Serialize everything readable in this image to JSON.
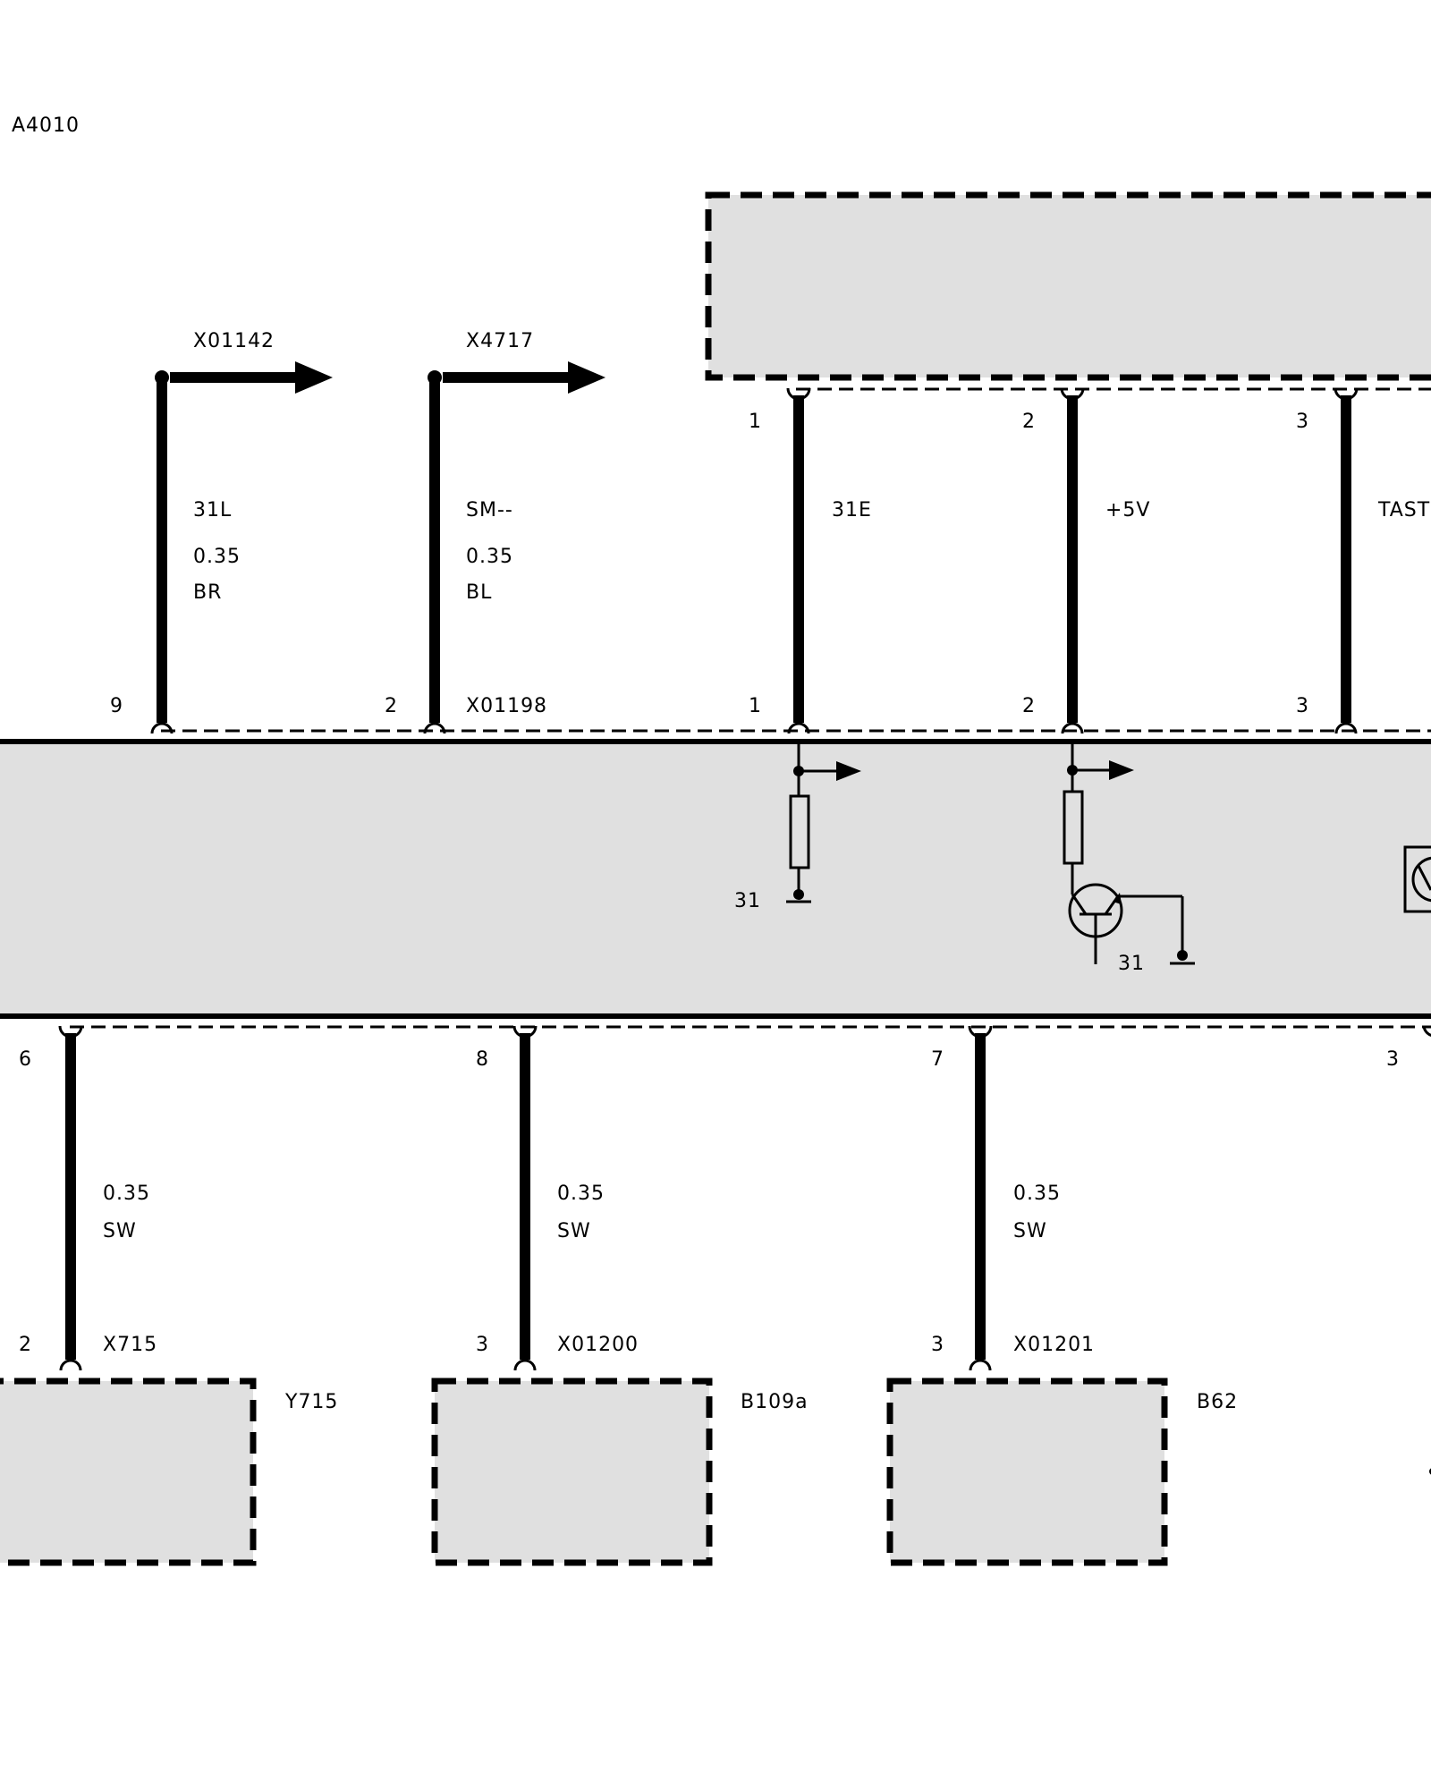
{
  "main_label": "A4010",
  "arrow_connectors": [
    {
      "id": "X01142"
    },
    {
      "id": "X4717"
    }
  ],
  "top_wires": [
    {
      "signal": "31L",
      "size": "0.35",
      "color": "BR",
      "pin_bottom": "9"
    },
    {
      "signal": "SM--",
      "size": "0.35",
      "color": "BL",
      "pin_bottom": "2"
    },
    {
      "signal": "31E",
      "pin_top": "1",
      "pin_bottom": "1"
    },
    {
      "signal": "+5V",
      "pin_top": "2",
      "pin_bottom": "2"
    },
    {
      "signal": "TAST",
      "pin_top": "3",
      "pin_bottom": "3"
    }
  ],
  "module_connector_top": "X01198",
  "internal_ground_labels": [
    "31",
    "31"
  ],
  "bottom_wires": [
    {
      "pin_top": "6",
      "size": "0.35",
      "color": "SW",
      "pin_bottom": "2",
      "connector": "X715",
      "component": "Y715"
    },
    {
      "pin_top": "8",
      "size": "0.35",
      "color": "SW",
      "pin_bottom": "3",
      "connector": "X01200",
      "component": "B109a"
    },
    {
      "pin_top": "7",
      "size": "0.35",
      "color": "SW",
      "pin_bottom": "3",
      "connector": "X01201",
      "component": "B62"
    }
  ],
  "extra_pin_bottom_right": "3"
}
